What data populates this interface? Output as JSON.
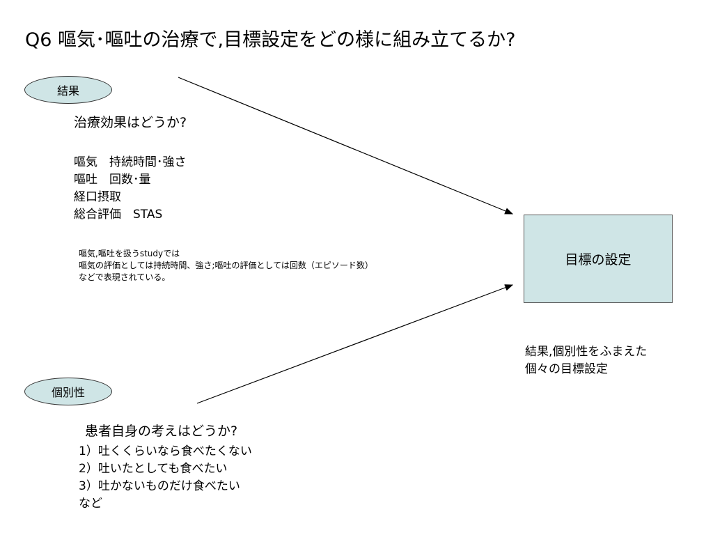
{
  "title": "Q6 嘔気･嘔吐の治療で,目標設定をどの様に組み立てるか?",
  "result_node": {
    "label": "結果",
    "question": "治療効果はどうか?",
    "items": [
      "嘔気　持続時間･強さ",
      "嘔吐　回数･量",
      "経口摂取",
      "総合評価　STAS"
    ],
    "note_lines": [
      "嘔気,嘔吐を扱うstudyでは",
      "嘔気の評価としては持続時間、強さ;嘔吐の評価としては回数（エピソード数）",
      "などで表現されている。"
    ]
  },
  "individuality_node": {
    "label": "個別性",
    "question": "患者自身の考えはどうか?",
    "items": [
      "1）吐くくらいなら食べたくない",
      "2）吐いたとしても食べたい",
      "3）吐かないものだけ食べたい",
      "など"
    ]
  },
  "goal_node": {
    "label": "目標の設定",
    "caption_lines": [
      "結果,個別性をふまえた",
      "個々の目標設定"
    ]
  },
  "colors": {
    "node_fill": "#cfe5e6",
    "line": "#000000"
  }
}
